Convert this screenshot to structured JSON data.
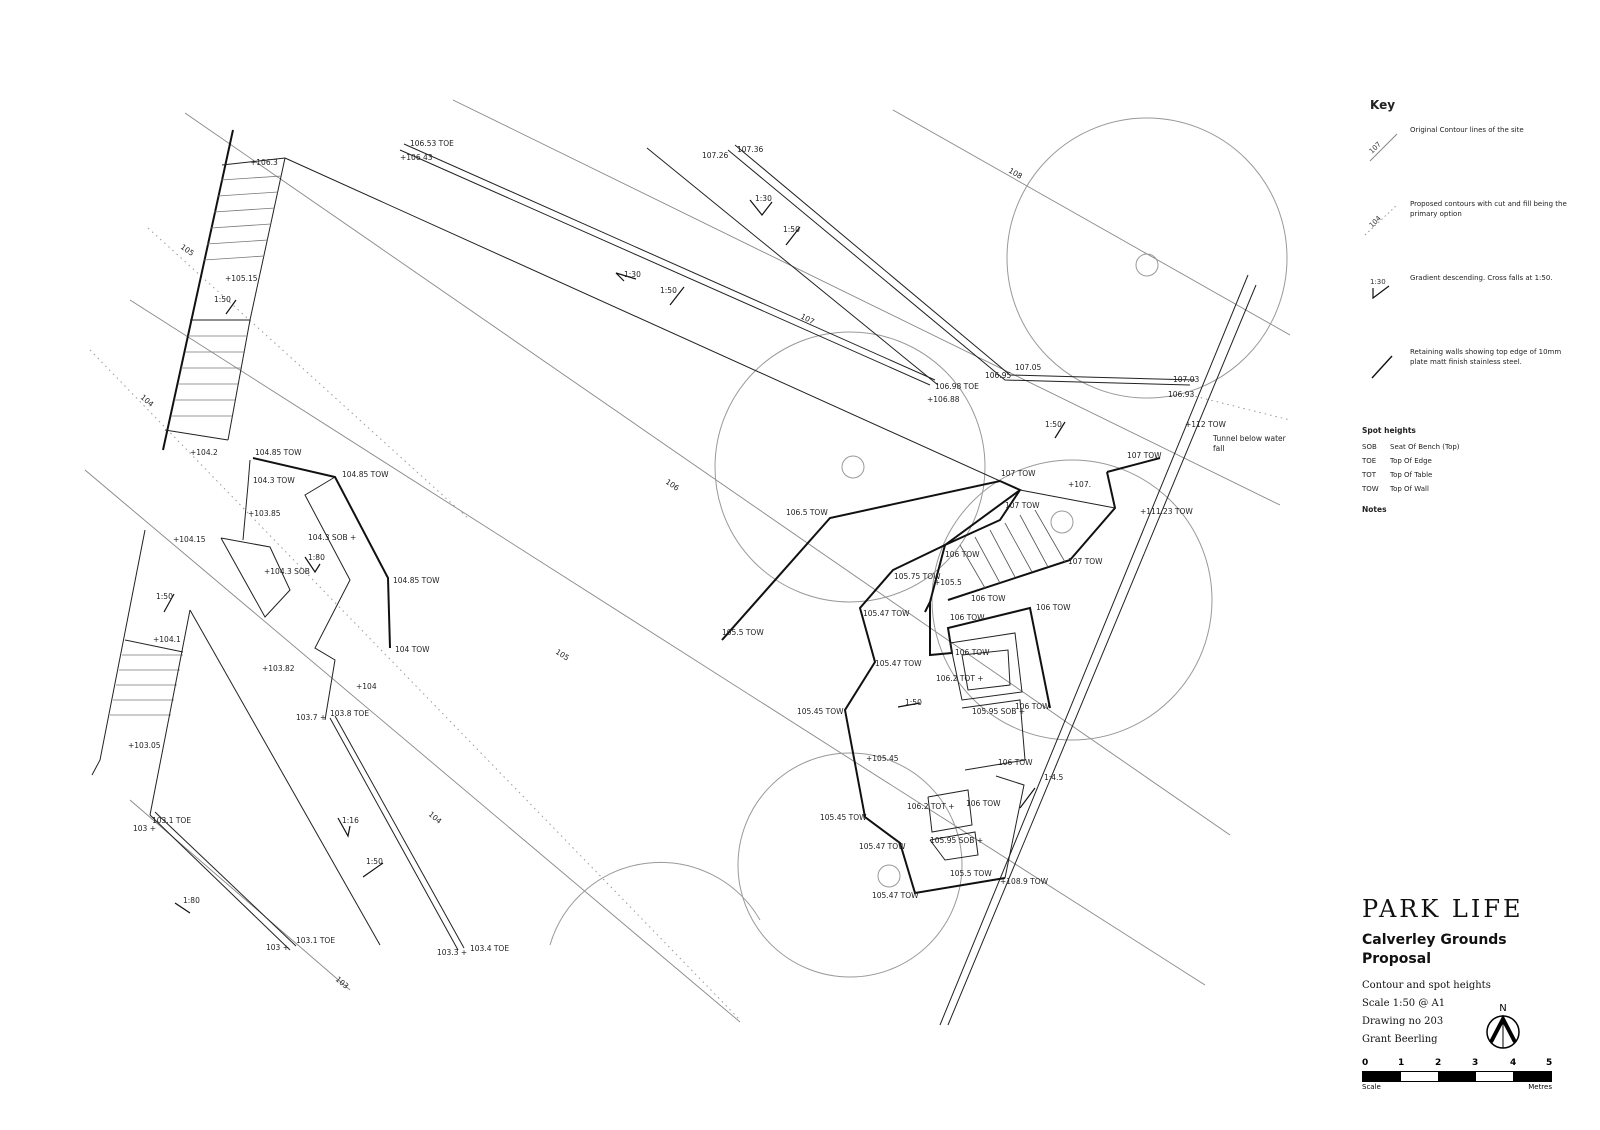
{
  "key": {
    "title": "Key",
    "items": [
      {
        "sample": "107",
        "desc": "Original Contour lines of the site"
      },
      {
        "sample": "104",
        "desc": "Proposed contours with cut and fill being the primary option"
      },
      {
        "sample": "1:30",
        "desc": "Gradient descending. Cross falls at 1:50."
      },
      {
        "sample": "",
        "desc": "Retaining walls showing top edge of 10mm plate matt finish stainless steel."
      }
    ],
    "spot_heights_title": "Spot heights",
    "spot_heights": [
      {
        "abbr": "SOB",
        "meaning": "Seat Of Bench (Top)"
      },
      {
        "abbr": "TOE",
        "meaning": "Top Of Edge"
      },
      {
        "abbr": "TOT",
        "meaning": "Top Of Table"
      },
      {
        "abbr": "TOW",
        "meaning": "Top Of Wall"
      }
    ],
    "notes_title": "Notes"
  },
  "title_block": {
    "logo": "PARK LIFE",
    "project_line1": "Calverley Grounds",
    "project_line2": "Proposal",
    "subtitle": "Contour and spot heights",
    "scale": "Scale 1:50 @ A1",
    "drawing_no": "Drawing no 203",
    "author": "Grant Beerling",
    "north": "N",
    "scale_ticks": [
      "0",
      "1",
      "2",
      "3",
      "4",
      "5"
    ],
    "scale_label_left": "Scale",
    "scale_label_right": "Metres"
  },
  "labels": [
    "+106.3",
    "106.53 TOE",
    "+106.43",
    "107.26",
    "107.36",
    "1:30",
    "1:50",
    "1:30",
    "1:50",
    "107",
    "108",
    "105",
    "+105.15",
    "1:50",
    "104",
    "+104.2",
    "104.85 TOW",
    "104.85 TOW",
    "104.3 TOW",
    "+103.85",
    "104.3 SOB +",
    "1:80",
    "+104.3 SOB",
    "104.85 TOW",
    "104 TOW",
    "+104.15",
    "1:50",
    "+104.1",
    "+103.82",
    "+104",
    "103.7 +",
    "103.8 TOE",
    "+103.05",
    "103.1 TOE",
    "103 +",
    "1:16",
    "1:50",
    "1:80",
    "103 +",
    "103.1 TOE",
    "103.3 +",
    "103.4 TOE",
    "103",
    "104",
    "105",
    "106",
    "106.98 TOE",
    "+106.88",
    "106.95",
    "107.05",
    "107.03",
    "106.93",
    "1:50",
    "+112 TOW",
    "Tunnel below water",
    "107 TOW",
    "107 TOW",
    "+107.",
    "106.5 TOW",
    "107 TOW",
    "+111.23 TOW",
    "106 TOW",
    "107 TOW",
    "105.75 TOW",
    "+105.5",
    "106 TOW",
    "105.47 TOW",
    "106 TOW",
    "106 TOW",
    "105.5 TOW",
    "106 TOW",
    "105.47 TOW",
    "106.2 TOT +",
    "1:50",
    "105.45 TOW",
    "105.95 SOB +",
    "106 TOW",
    "+105.45",
    "106 TOW",
    "1:4.5",
    "106.2 TOT +",
    "106 TOW",
    "105.45 TOW",
    "105.95 SOB +",
    "105.47 TOW",
    "105.5 TOW",
    "+108.9 TOW",
    "105.47 TOW",
    "fall"
  ]
}
